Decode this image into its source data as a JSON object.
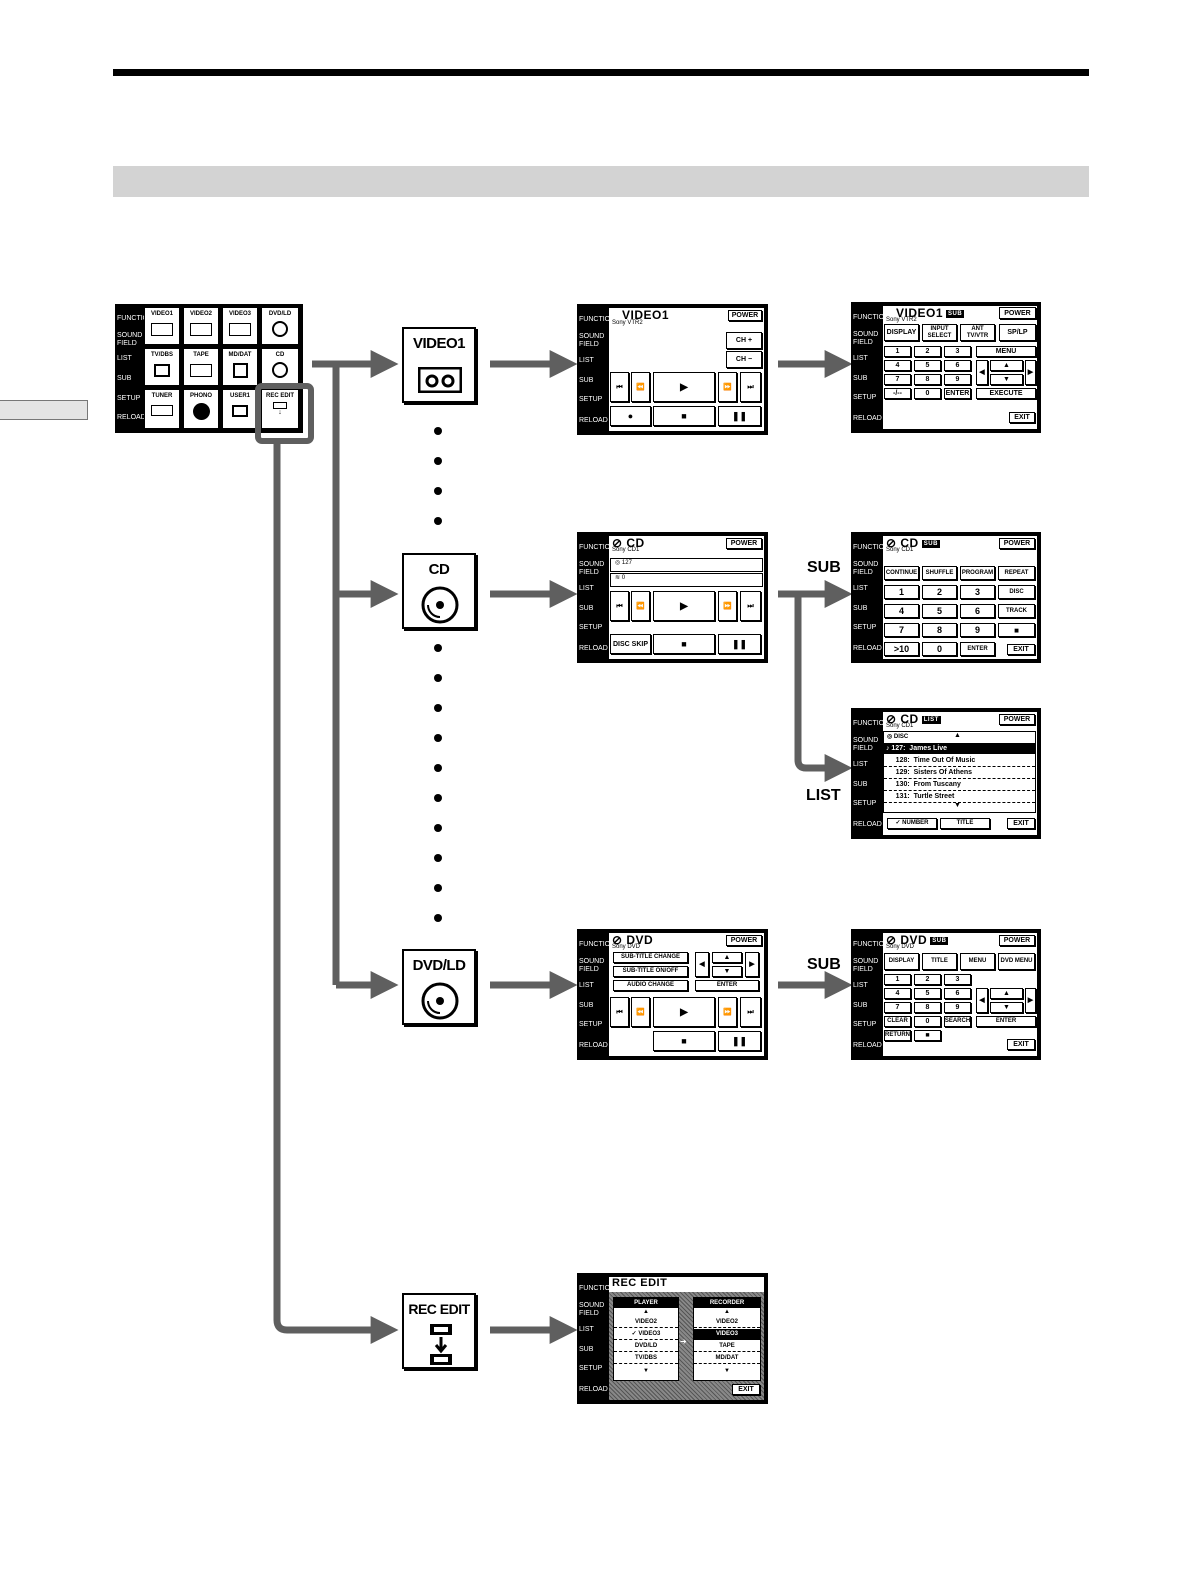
{
  "sidebar_labels": [
    "FUNCTION",
    "SOUND FIELD",
    "LIST",
    "SUB",
    "SETUP",
    "RELOAD"
  ],
  "function_grid": [
    "VIDEO1",
    "VIDEO2",
    "VIDEO3",
    "DVD/LD",
    "TV/DBS",
    "TAPE",
    "MD/DAT",
    "CD",
    "TUNER",
    "PHONO",
    "USER1",
    "REC EDIT"
  ],
  "big_buttons": {
    "video1": "VIDEO1",
    "cd": "CD",
    "dvd": "DVD/LD",
    "recedit": "REC EDIT"
  },
  "arrow_labels": {
    "sub1": "SUB",
    "list": "LIST",
    "sub2": "SUB"
  },
  "video1_screen": {
    "title": "VIDEO1",
    "sub": "Sony VTR2",
    "power": "POWER",
    "ch_plus": "CH +",
    "ch_minus": "CH −"
  },
  "video1_sub": {
    "title": "VIDEO1",
    "badge": "SUB",
    "sub": "Sony VTR2",
    "power": "POWER",
    "display": "DISPLAY",
    "input": "INPUT SELECT",
    "ant": "ANT TV/VTR",
    "splp": "SP/LP",
    "menu": "MENU",
    "enter": "ENTER",
    "execute": "EXECUTE",
    "dash": "-/--",
    "exit": "EXIT",
    "keys": [
      "1",
      "2",
      "3",
      "4",
      "5",
      "6",
      "7",
      "8",
      "9",
      "0"
    ]
  },
  "cd_screen": {
    "title": "CD",
    "sub": "Sony CD1",
    "power": "POWER",
    "disc_no": "127",
    "track_no": "0",
    "disc_skip": "DISC SKIP"
  },
  "cd_sub": {
    "title": "CD",
    "badge": "SUB",
    "sub": "Sony CD1",
    "power": "POWER",
    "continue": "CONTINUE",
    "shuffle": "SHUFFLE",
    "program": "PROGRAM",
    "repeat": "REPEAT",
    "disc": "DISC",
    "track": "TRACK",
    "gt10": ">10",
    "enter": "ENTER",
    "exit": "EXIT",
    "keys": [
      "1",
      "2",
      "3",
      "4",
      "5",
      "6",
      "7",
      "8",
      "9",
      "0"
    ]
  },
  "cd_list": {
    "title": "CD",
    "badge": "LIST",
    "sub": "Sony CD1",
    "power": "POWER",
    "disc": "DISC",
    "rows": [
      {
        "no": "127:",
        "name": "James Live"
      },
      {
        "no": "128:",
        "name": "Time Out Of Music"
      },
      {
        "no": "129:",
        "name": "Sisters Of Athens"
      },
      {
        "no": "130:",
        "name": "From Tuscany"
      },
      {
        "no": "131:",
        "name": "Turtle Street"
      }
    ],
    "number": "NUMBER",
    "title_btn": "TITLE",
    "exit": "EXIT"
  },
  "dvd_screen": {
    "title": "DVD",
    "sub": "Sony DVD",
    "power": "POWER",
    "subtitle_change": "SUB-TITLE CHANGE",
    "subtitle_onoff": "SUB-TITLE ON/OFF",
    "audio_change": "AUDIO CHANGE",
    "enter": "ENTER"
  },
  "dvd_sub": {
    "title": "DVD",
    "badge": "SUB",
    "sub": "Sony DVD",
    "power": "POWER",
    "display": "DISPLAY",
    "title_btn": "TITLE",
    "menu": "MENU",
    "dvd_menu": "DVD MENU",
    "clear": "CLEAR",
    "search": "SEARCH",
    "enter": "ENTER",
    "return": "RETURN",
    "exit": "EXIT",
    "keys": [
      "1",
      "2",
      "3",
      "4",
      "5",
      "6",
      "7",
      "8",
      "9",
      "0"
    ]
  },
  "rec_edit": {
    "title": "REC EDIT",
    "player": "PLAYER",
    "recorder": "RECORDER",
    "player_items": [
      "VIDEO2",
      "VIDEO3",
      "DVD/LD",
      "TV/DBS"
    ],
    "recorder_items": [
      "VIDEO2",
      "VIDEO3",
      "TAPE",
      "MD/DAT"
    ],
    "exit": "EXIT"
  }
}
